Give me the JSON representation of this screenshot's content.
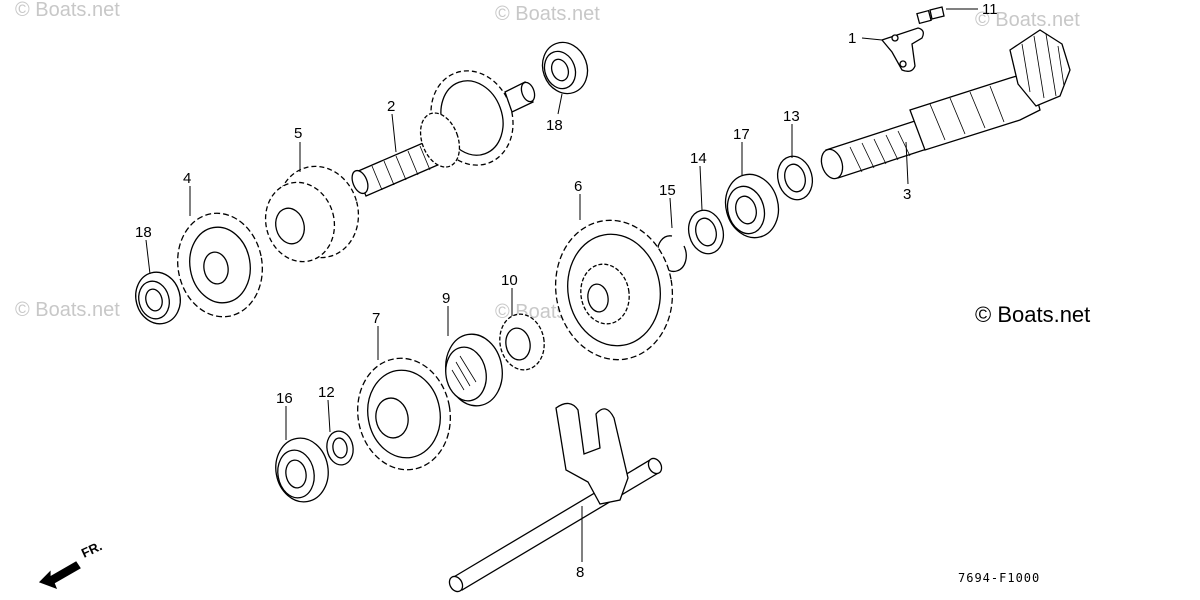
{
  "watermarks": [
    "© Boats.net",
    "© Boats.net",
    "© Boats.net",
    "© Boats.net",
    "© Boats.net"
  ],
  "copyright": "© Boats.net",
  "drawing_code": "7694-F1000",
  "front_label": "FR.",
  "callouts": [
    {
      "id": "c1",
      "label": "1"
    },
    {
      "id": "c11",
      "label": "11"
    },
    {
      "id": "c2",
      "label": "2"
    },
    {
      "id": "c18a",
      "label": "18"
    },
    {
      "id": "c5",
      "label": "5"
    },
    {
      "id": "c4",
      "label": "4"
    },
    {
      "id": "c18b",
      "label": "18"
    },
    {
      "id": "c13",
      "label": "13"
    },
    {
      "id": "c17",
      "label": "17"
    },
    {
      "id": "c14",
      "label": "14"
    },
    {
      "id": "c6",
      "label": "6"
    },
    {
      "id": "c15",
      "label": "15"
    },
    {
      "id": "c3",
      "label": "3"
    },
    {
      "id": "c10",
      "label": "10"
    },
    {
      "id": "c9",
      "label": "9"
    },
    {
      "id": "c7",
      "label": "7"
    },
    {
      "id": "c12",
      "label": "12"
    },
    {
      "id": "c16",
      "label": "16"
    },
    {
      "id": "c8",
      "label": "8"
    }
  ]
}
